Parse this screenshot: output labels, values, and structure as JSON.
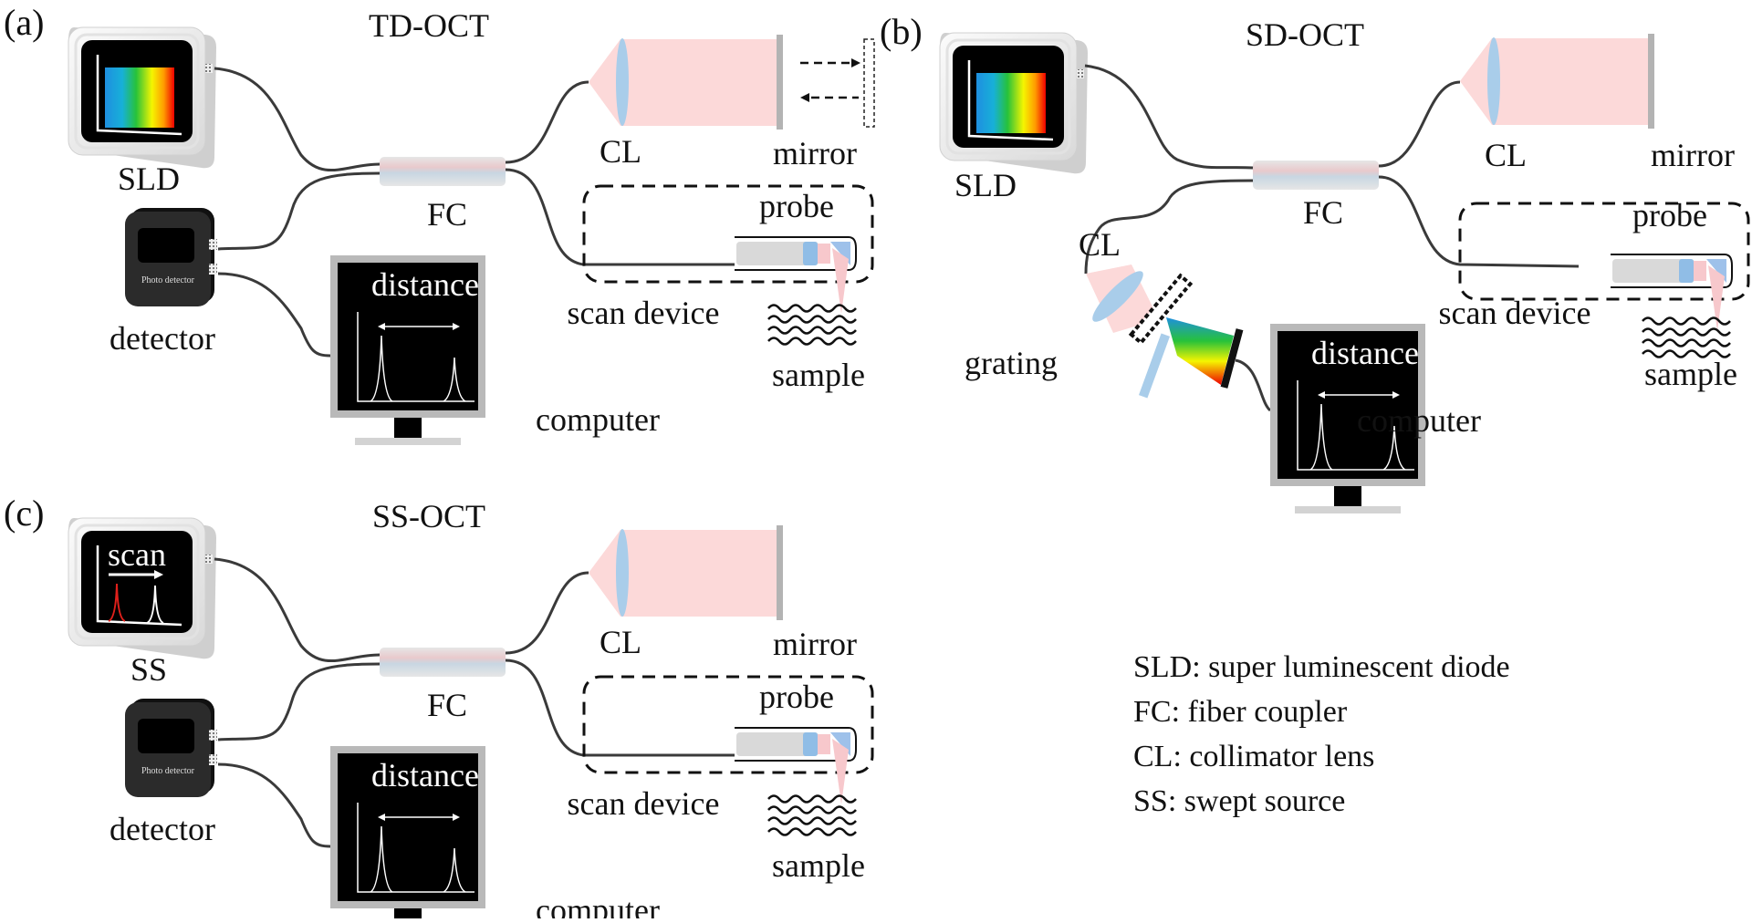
{
  "figure": {
    "panels": [
      {
        "id": "a",
        "panel_label": "(a)",
        "title": "TD-OCT",
        "source_label": "SLD",
        "source_screen": "spectrum",
        "detector_label": "detector",
        "detector_device_text": "Photo detector",
        "coupler_label": "FC",
        "lens_label": "CL",
        "mirror_label": "mirror",
        "mirror_moving": true,
        "probe_label": "probe",
        "scan_device_label": "scan device",
        "sample_label": "sample",
        "computer_label": "computer",
        "computer_screen_text": "distance"
      },
      {
        "id": "b",
        "panel_label": "(b)",
        "title": "SD-OCT",
        "source_label": "SLD",
        "source_screen": "spectrum",
        "coupler_label": "FC",
        "lens_label": "CL",
        "mirror_label": "mirror",
        "mirror_moving": false,
        "probe_label": "probe",
        "scan_device_label": "scan device",
        "sample_label": "sample",
        "spectrometer_lens_label": "CL",
        "grating_label": "grating",
        "computer_label": "computer",
        "computer_screen_text": "distance"
      },
      {
        "id": "c",
        "panel_label": "(c)",
        "title": "SS-OCT",
        "source_label": "SS",
        "source_screen": "scan",
        "source_screen_text": "scan",
        "detector_label": "detector",
        "detector_device_text": "Photo detector",
        "coupler_label": "FC",
        "lens_label": "CL",
        "mirror_label": "mirror",
        "mirror_moving": false,
        "probe_label": "probe",
        "scan_device_label": "scan device",
        "sample_label": "sample",
        "computer_label": "computer",
        "computer_screen_text": "distance"
      }
    ],
    "legend": [
      "SLD: super luminescent diode",
      "FC: fiber coupler",
      "CL: collimator lens",
      "SS: swept source"
    ],
    "colors": {
      "beam": "#fcd9d9",
      "lens": "#a9cdea",
      "fiber": "#3a3a3a",
      "device_body": "#f2f2f2",
      "screen": "#000000",
      "mirror": "#b3b3b3",
      "swept_peak": "#e0201b"
    }
  }
}
